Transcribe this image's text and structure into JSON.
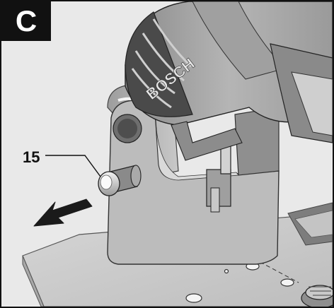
{
  "figure": {
    "panel_label": "C",
    "callout_number": "15",
    "brand_text": "BOSCH"
  }
}
